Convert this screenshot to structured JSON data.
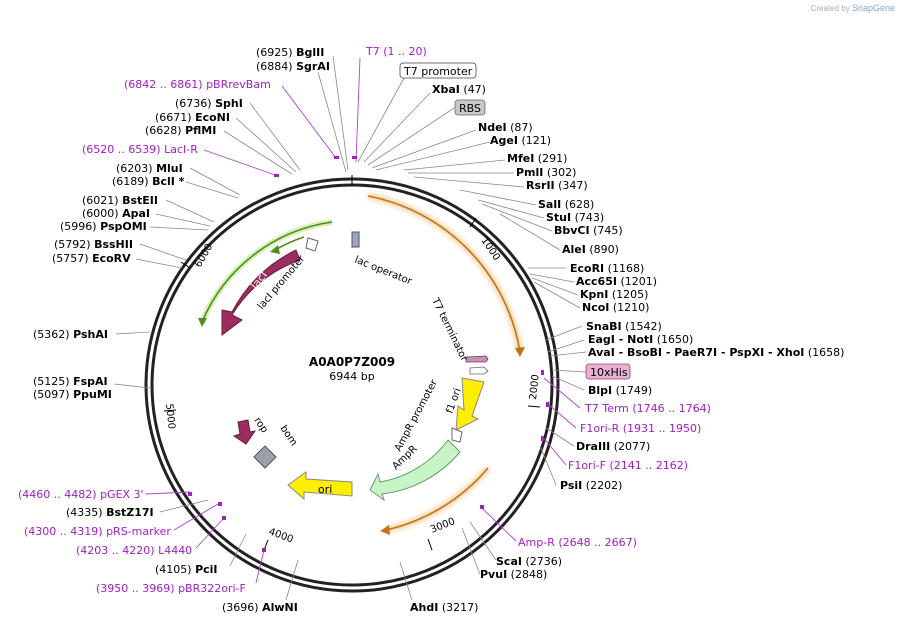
{
  "credit": {
    "prefix": "Created by",
    "brand": "SnapGene"
  },
  "plasmid": {
    "name": "A0A0P7Z009",
    "length": "6944 bp"
  },
  "ruler": [
    "1000",
    "2000",
    "3000",
    "4000",
    "5000",
    "6000"
  ],
  "features": [
    {
      "label": "lac operator"
    },
    {
      "label": "T7 terminator"
    },
    {
      "label": "lacI promoter"
    },
    {
      "label": "lacI"
    },
    {
      "label": "AmpR promoter"
    },
    {
      "label": "AmpR"
    },
    {
      "label": "f1 ori"
    },
    {
      "label": "rop"
    },
    {
      "label": "bom"
    },
    {
      "label": "ori"
    }
  ],
  "boxed": {
    "t7promoter": "T7 promoter",
    "rbs": "RBS",
    "his": "10xHis"
  },
  "top_sites": {
    "bgl": {
      "pos": "(6925)",
      "name": "BglII"
    },
    "sgr": {
      "pos": "(6884)",
      "name": "SgrAI"
    },
    "t7": {
      "name": "T7",
      "range": "(1 .. 20)"
    },
    "pbr": {
      "range": "(6842 .. 6861)",
      "name": "pBRrevBam"
    },
    "xba": {
      "name": "XbaI",
      "pos": "(47)"
    }
  },
  "left_sites": [
    {
      "pos": "(6736)",
      "name": "SphI"
    },
    {
      "pos": "(6671)",
      "name": "EcoNI"
    },
    {
      "pos": "(6628)",
      "name": "PflMI"
    },
    {
      "range": "(6520 .. 6539)",
      "name": "LacI-R"
    },
    {
      "pos": "(6203)",
      "name": "MluI"
    },
    {
      "pos": "(6189)",
      "name": "BclI *"
    },
    {
      "pos": "(6021)",
      "name": "BstEII"
    },
    {
      "pos": "(6000)",
      "name": "ApaI"
    },
    {
      "pos": "(5996)",
      "name": "PspOMI"
    },
    {
      "pos": "(5792)",
      "name": "BssHII"
    },
    {
      "pos": "(5757)",
      "name": "EcoRV"
    },
    {
      "pos": "(5362)",
      "name": "PshAI"
    },
    {
      "pos": "(5125)",
      "name": "FspAI"
    },
    {
      "pos": "(5097)",
      "name": "PpuMI"
    },
    {
      "range": "(4460 .. 4482)",
      "name": "pGEX 3'"
    },
    {
      "pos": "(4335)",
      "name": "BstZ17I"
    },
    {
      "range": "(4300 .. 4319)",
      "name": "pRS-marker"
    },
    {
      "range": "(4203 .. 4220)",
      "name": "L4440"
    },
    {
      "pos": "(4105)",
      "name": "PciI"
    },
    {
      "range": "(3950 .. 3969)",
      "name": "pBR322ori-F"
    },
    {
      "pos": "(3696)",
      "name": "AlwNI"
    }
  ],
  "right_sites": [
    {
      "name": "NdeI",
      "pos": "(87)"
    },
    {
      "name": "AgeI",
      "pos": "(121)"
    },
    {
      "name": "MfeI",
      "pos": "(291)"
    },
    {
      "name": "PmlI",
      "pos": "(302)"
    },
    {
      "name": "RsrII",
      "pos": "(347)"
    },
    {
      "name": "SalI",
      "pos": "(628)"
    },
    {
      "name": "StuI",
      "pos": "(743)"
    },
    {
      "name": "BbvCI",
      "pos": "(745)"
    },
    {
      "name": "AleI",
      "pos": "(890)"
    },
    {
      "name": "EcoRI",
      "pos": "(1168)"
    },
    {
      "name": "Acc65I",
      "pos": "(1201)"
    },
    {
      "name": "KpnI",
      "pos": "(1205)"
    },
    {
      "name": "NcoI",
      "pos": "(1210)"
    },
    {
      "name": "SnaBI",
      "pos": "(1542)"
    },
    {
      "name": "EagI  - NotI",
      "pos": "(1650)"
    },
    {
      "name": "AvaI  - BsoBI  - PaeR7I  - PspXI  - XhoI",
      "pos": "(1658)"
    },
    {
      "name": "BlpI",
      "pos": "(1749)"
    },
    {
      "name": "T7 Term",
      "range": "(1746 .. 1764)"
    },
    {
      "name": "F1ori-R",
      "range": "(1931 .. 1950)"
    },
    {
      "name": "DraIII",
      "pos": "(2077)"
    },
    {
      "name": "F1ori-F",
      "range": "(2141 .. 2162)"
    },
    {
      "name": "PsiI",
      "pos": "(2202)"
    },
    {
      "name": "Amp-R",
      "range": "(2648 .. 2667)"
    },
    {
      "name": "ScaI",
      "pos": "(2736)"
    },
    {
      "name": "PvuI",
      "pos": "(2848)"
    },
    {
      "name": "AhdI",
      "pos": "(3217)"
    }
  ],
  "colors": {
    "lacI": "#9b2d5f",
    "green": "#6ab02e",
    "orange": "#e08a1e",
    "f1": "#ffee00",
    "ampr": "#c8f5c8",
    "ori": "#ffee00",
    "primer": "#a020c0",
    "rbs": "#c8c8c8",
    "his": "#e8b0d0"
  }
}
